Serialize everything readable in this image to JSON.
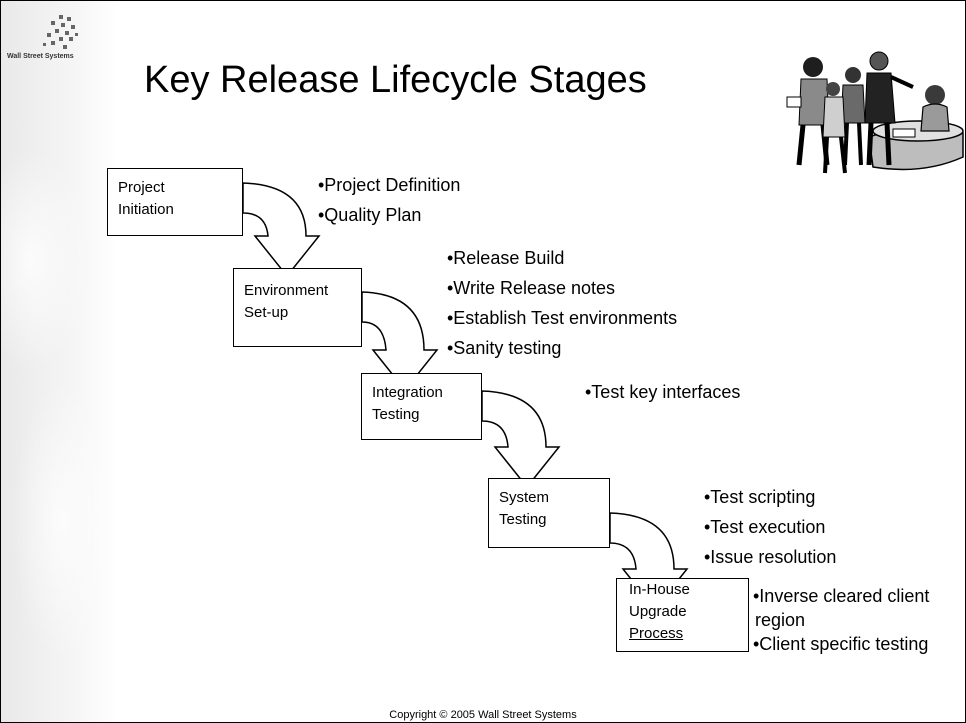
{
  "slide": {
    "title": "Key Release Lifecycle Stages",
    "footer": "Copyright © 2005 Wall Street Systems",
    "logo_text": "Wall Street Systems"
  },
  "stages": [
    {
      "line1": "Project",
      "line2": "Initiation",
      "line3": "",
      "bullets": [
        "•Project Definition",
        "•Quality Plan"
      ]
    },
    {
      "line1": "Environment",
      "line2": "Set-up",
      "line3": "",
      "bullets": [
        "•Release Build",
        "•Write Release notes",
        "•Establish Test environments",
        "•Sanity testing"
      ]
    },
    {
      "line1": "Integration",
      "line2": "Testing",
      "line3": "",
      "bullets": [
        "•Test key interfaces"
      ]
    },
    {
      "line1": "System",
      "line2": "Testing",
      "line3": "",
      "bullets": [
        "•Test scripting",
        "•Test execution",
        "•Issue resolution"
      ]
    },
    {
      "line1": "In-House",
      "line2": "Upgrade",
      "line3": "Process",
      "bullets": [
        "•Inverse cleared client",
        "region",
        "•Client specific testing"
      ]
    }
  ],
  "icons": {
    "logo": "wall-street-systems-logo",
    "clipart": "people-at-welcome-desk-clipart",
    "arrows": "curved-down-arrow"
  }
}
